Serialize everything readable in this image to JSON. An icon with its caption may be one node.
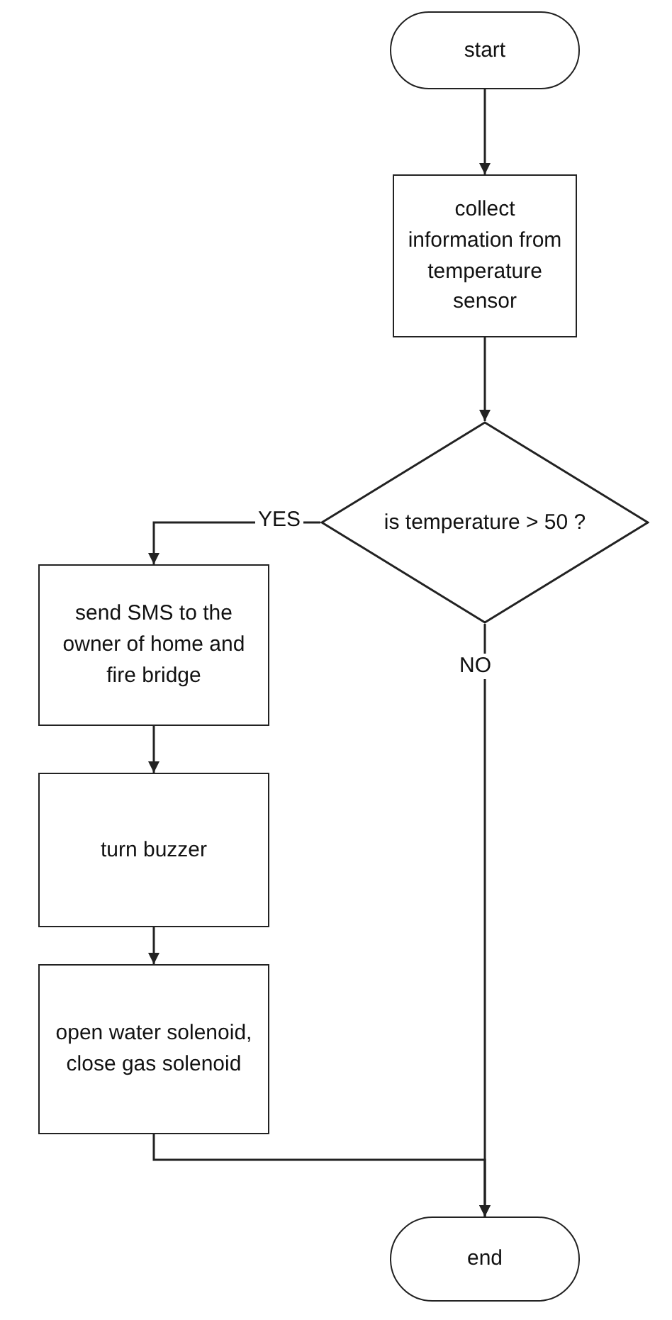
{
  "diagram": {
    "nodes": [
      {
        "text": [
          "start"
        ]
      },
      {
        "text": [
          "collect information from temperature sensor"
        ]
      },
      {
        "text": [
          "is temperature > 50 ?"
        ]
      },
      {
        "text": [
          "send  SMS to the owner of home and fire bridge"
        ]
      },
      {
        "text": [
          "turn buzzer"
        ]
      },
      {
        "text": [
          "open water solenoid, close gas solenoid"
        ]
      },
      {
        "text": [
          "end"
        ]
      }
    ],
    "edges": [
      {
        "from": 0,
        "to": 1,
        "arrow": "to"
      },
      {
        "from": 1,
        "to": 2,
        "arrow": "to"
      },
      {
        "from": 2,
        "to": 3,
        "arrow": "to",
        "label": "YES"
      },
      {
        "from": 2,
        "to": 6,
        "arrow": "to",
        "label": "NO"
      },
      {
        "from": 3,
        "to": 4,
        "arrow": "to"
      },
      {
        "from": 4,
        "to": 5,
        "arrow": "to"
      },
      {
        "from": 5,
        "to": 6,
        "arrow": "to"
      }
    ]
  }
}
